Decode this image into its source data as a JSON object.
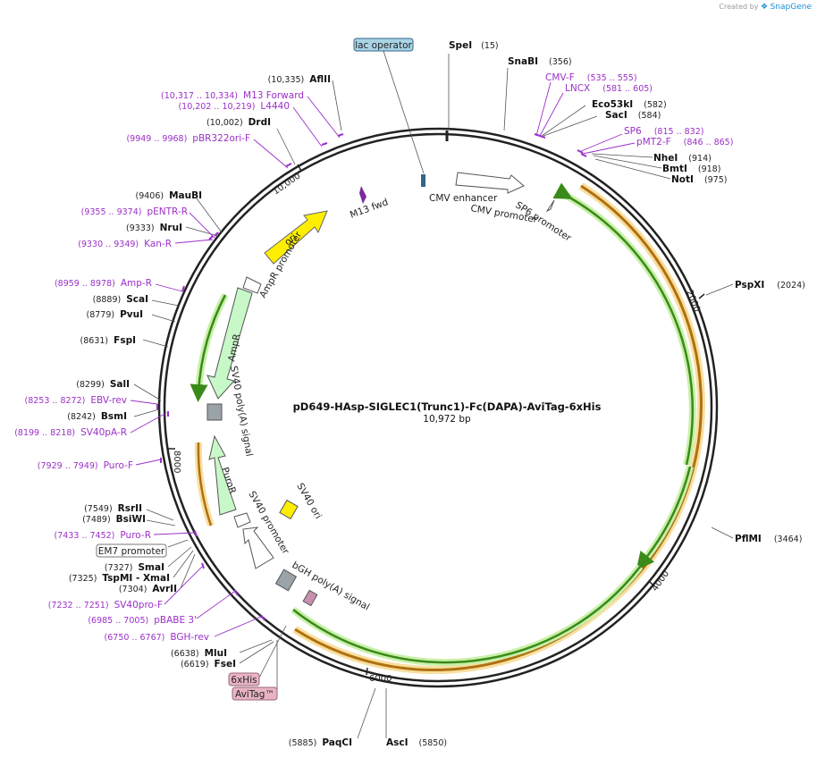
{
  "credit": {
    "text": "Created by",
    "brand": "SnapGene"
  },
  "plasmid": {
    "name": "pD649-HAsp-SIGLEC1(Trunc1)-Fc(DAPA)-AviTag-6xHis",
    "length": "10,972 bp"
  },
  "colors": {
    "backbone": "#222222",
    "primer": "#9b30c8",
    "green_feature": "#8ce05a",
    "orange_feature": "#f0b030",
    "yellow_feature": "#ffee00",
    "label_box_blue": "#a8d4e6",
    "label_box_pink": "#e8b4c4"
  },
  "ticks": [
    {
      "label": "2000"
    },
    {
      "label": "4000"
    },
    {
      "label": "6000"
    },
    {
      "label": "8000"
    },
    {
      "label": "10,000"
    }
  ],
  "sites_right": [
    {
      "name": "SpeI",
      "pos": "(15)"
    },
    {
      "name": "SnaBI",
      "pos": "(356)"
    },
    {
      "name": "Eco53kI",
      "pos": "(582)"
    },
    {
      "name": "SacI",
      "pos": "(584)"
    },
    {
      "name": "NheI",
      "pos": "(914)"
    },
    {
      "name": "BmtI",
      "pos": "(918)"
    },
    {
      "name": "NotI",
      "pos": "(975)"
    },
    {
      "name": "PspXI",
      "pos": "(2024)"
    },
    {
      "name": "PflMI",
      "pos": "(3464)"
    },
    {
      "name": "AscI",
      "pos": "(5850)"
    }
  ],
  "primers_right": [
    {
      "name": "CMV-F",
      "pos": "(535 .. 555)"
    },
    {
      "name": "LNCX",
      "pos": "(581 .. 605)"
    },
    {
      "name": "SP6",
      "pos": "(815 .. 832)"
    },
    {
      "name": "pMT2-F",
      "pos": "(846 .. 865)"
    }
  ],
  "sites_left": [
    {
      "name": "AflII",
      "pos": "(10,335)"
    },
    {
      "name": "DrdI",
      "pos": "(10,002)"
    },
    {
      "name": "MauBI",
      "pos": "(9406)"
    },
    {
      "name": "NruI",
      "pos": "(9333)"
    },
    {
      "name": "ScaI",
      "pos": "(8889)"
    },
    {
      "name": "PvuI",
      "pos": "(8779)"
    },
    {
      "name": "FspI",
      "pos": "(8631)"
    },
    {
      "name": "SalI",
      "pos": "(8299)"
    },
    {
      "name": "BsmI",
      "pos": "(8242)"
    },
    {
      "name": "RsrII",
      "pos": "(7549)"
    },
    {
      "name": "BsiWI",
      "pos": "(7489)"
    },
    {
      "name": "SmaI",
      "pos": "(7327)"
    },
    {
      "name": "TspMI - XmaI",
      "pos": "(7325)"
    },
    {
      "name": "AvrII",
      "pos": "(7304)"
    },
    {
      "name": "MluI",
      "pos": "(6638)"
    },
    {
      "name": "FseI",
      "pos": "(6619)"
    },
    {
      "name": "PaqCI",
      "pos": "(5885)"
    }
  ],
  "primers_left": [
    {
      "name": "M13 Forward",
      "pos": "(10,317 .. 10,334)"
    },
    {
      "name": "L4440",
      "pos": "(10,202 .. 10,219)"
    },
    {
      "name": "pBR322ori-F",
      "pos": "(9949 .. 9968)"
    },
    {
      "name": "pENTR-R",
      "pos": "(9355 .. 9374)"
    },
    {
      "name": "Kan-R",
      "pos": "(9330 .. 9349)"
    },
    {
      "name": "Amp-R",
      "pos": "(8959 .. 8978)"
    },
    {
      "name": "EBV-rev",
      "pos": "(8253 .. 8272)"
    },
    {
      "name": "SV40pA-R",
      "pos": "(8199 .. 8218)"
    },
    {
      "name": "Puro-F",
      "pos": "(7929 .. 7949)"
    },
    {
      "name": "Puro-R",
      "pos": "(7433 .. 7452)"
    },
    {
      "name": "SV40pro-F",
      "pos": "(7232 .. 7251)"
    },
    {
      "name": "pBABE 3'",
      "pos": "(6985 .. 7005)"
    },
    {
      "name": "BGH-rev",
      "pos": "(6750 .. 6767)"
    }
  ],
  "boxed_labels": {
    "lac_operator": "lac operator",
    "em7_promoter": "EM7 promoter",
    "his6": "6xHis",
    "avitag": "AviTag™"
  },
  "features": {
    "cmv_enhancer": "CMV enhancer",
    "cmv_promoter": "CMV promoter",
    "sp6_promoter": "SP6 promoter",
    "m13_fwd": "M13 fwd",
    "ori": "ori",
    "amp_promoter": "AmpR promoter",
    "ampr": "AmpR",
    "sv40_polya": "SV40 poly(A) signal",
    "puror": "PuroR",
    "sv40_promoter": "SV40 promoter",
    "sv40_ori": "SV40 ori",
    "bgh_polya": "bGH poly(A) signal"
  }
}
